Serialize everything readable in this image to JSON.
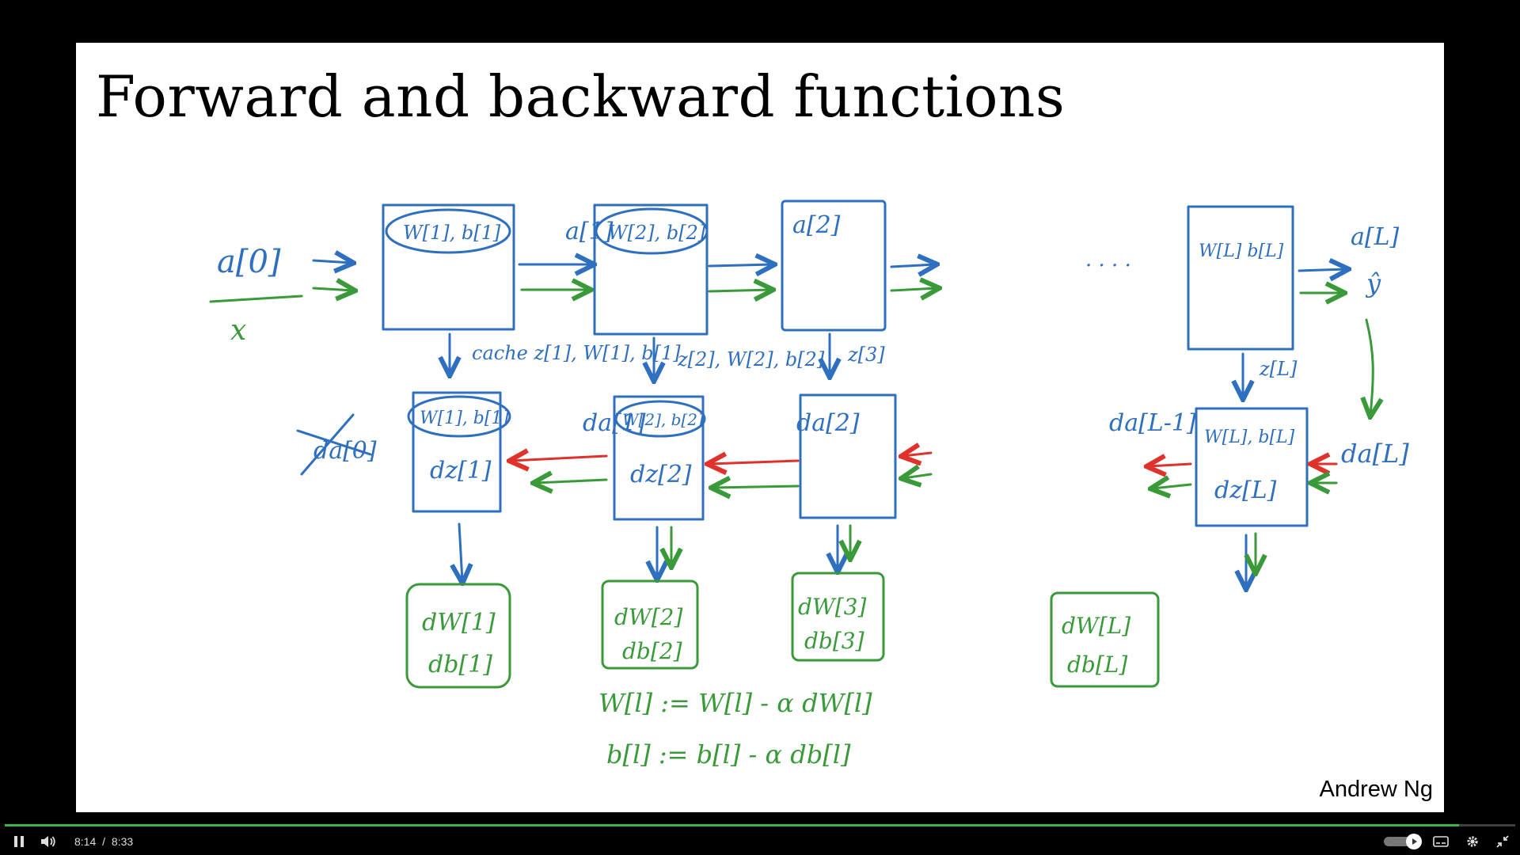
{
  "slide": {
    "title": "Forward and backward functions",
    "author": "Andrew Ng"
  },
  "diagram": {
    "forward_input": "a[0]",
    "input_x": "x",
    "forward_blocks": [
      {
        "params": "W[1], b[1]",
        "output": "a[1]"
      },
      {
        "params": "W[2], b[2]",
        "output": "a[2]"
      },
      {
        "params": "",
        "output": ""
      },
      {
        "params": "W[L] b[L]",
        "output": "a[L]"
      }
    ],
    "y_hat": "ŷ",
    "ellipsis": "· · · ·",
    "cache_labels": [
      "cache z[1], W[1], b[1]",
      "z[2], W[2], b[2]",
      "z[3]",
      "z[L]"
    ],
    "backward_blocks": [
      {
        "params": "W[1], b[1]",
        "dz": "dz[1]"
      },
      {
        "params": "W[2], b[2]",
        "dz": "dz[2]"
      },
      {
        "params": "",
        "dz": ""
      },
      {
        "params": "W[L], b[L]",
        "dz": "dz[L]"
      }
    ],
    "backward_labels": [
      "da[1]",
      "da[2]",
      "da[L-1]",
      "da[L]"
    ],
    "crossed_label": "da[0]",
    "gradients": [
      {
        "dw": "dW[1]",
        "db": "db[1]"
      },
      {
        "dw": "dW[2]",
        "db": "db[2]"
      },
      {
        "dw": "dW[3]",
        "db": "db[3]"
      },
      {
        "dw": "dW[L]",
        "db": "db[L]"
      }
    ],
    "update_w": "W[l] := W[l] - α dW[l]",
    "update_b": "b[l] := b[l] - α db[l]"
  },
  "player": {
    "current_time": "8:14",
    "separator": "/",
    "duration": "8:33",
    "progress": 0.963,
    "accent_color": "#39b54a"
  }
}
